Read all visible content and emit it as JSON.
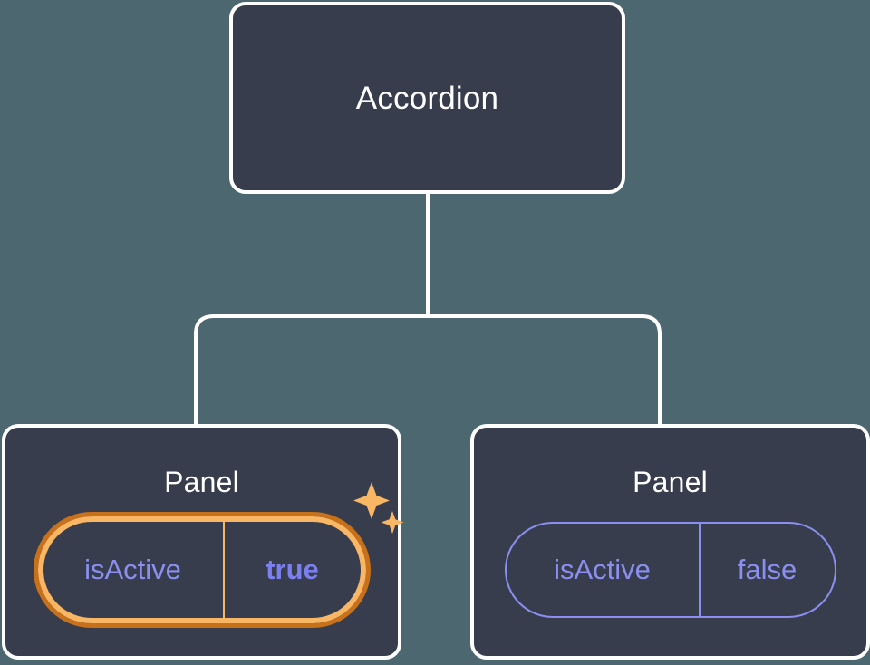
{
  "diagram": {
    "type": "component-tree",
    "background_color": "#4c6770",
    "node_fill_color": "#373d4c",
    "node_border_color": "#ffffff",
    "connector_color": "#ffffff",
    "highlight_color": "#f9b765",
    "highlight_outer_color": "#c8701a",
    "prop_color": "#8a8ff0",
    "prop_value_active_color": "#7b80ee",
    "root": {
      "label": "Accordion"
    },
    "children": [
      {
        "label": "Panel",
        "highlighted": true,
        "prop": {
          "key": "isActive",
          "value": "true"
        },
        "decoration": "sparkles-icon"
      },
      {
        "label": "Panel",
        "highlighted": false,
        "prop": {
          "key": "isActive",
          "value": "false"
        }
      }
    ]
  }
}
